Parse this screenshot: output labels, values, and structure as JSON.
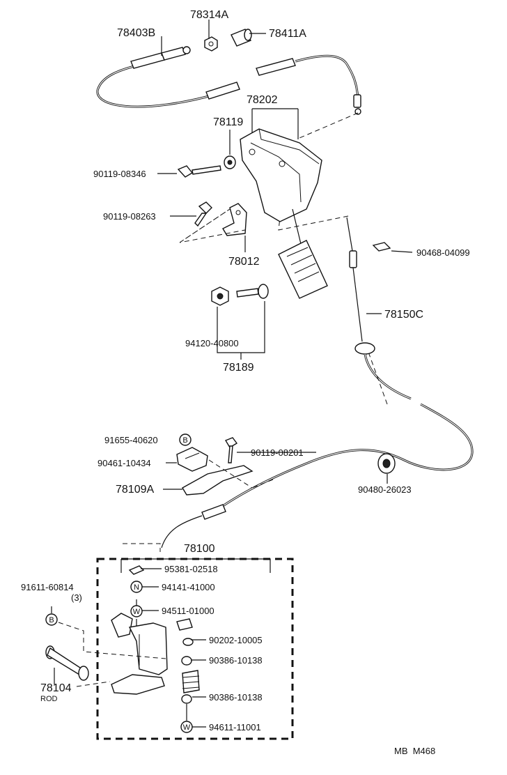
{
  "parts": {
    "p78403B": "78403B",
    "p78314A": "78314A",
    "p78411A": "78411A",
    "p78202": "78202",
    "p78119": "78119",
    "p90119_08346": "90119-08346",
    "p90119_08263": "90119-08263",
    "p78012": "78012",
    "p90468_04099": "90468-04099",
    "p78150C": "78150C",
    "p94120_40800": "94120-40800",
    "p78189": "78189",
    "p91655_40620": "91655-40620",
    "p90119_08201": "90119-08201",
    "p90461_10434": "90461-10434",
    "p78109A": "78109A",
    "p90480_26023": "90480-26023",
    "p78100": "78100",
    "p95381_02518": "95381-02518",
    "p94141_41000": "94141-41000",
    "p94511_01000": "94511-01000",
    "p90202_10005": "90202-10005",
    "p90386_10138a": "90386-10138",
    "p90386_10138b": "90386-10138",
    "p94611_11001": "94611-11001",
    "p91611_60814": "91611-60814",
    "qty3": "(3)",
    "p78104": "78104",
    "rod": "ROD"
  },
  "markers": {
    "B": "B",
    "N": "N",
    "W": "W"
  },
  "footer": {
    "code": "MB  M468"
  }
}
